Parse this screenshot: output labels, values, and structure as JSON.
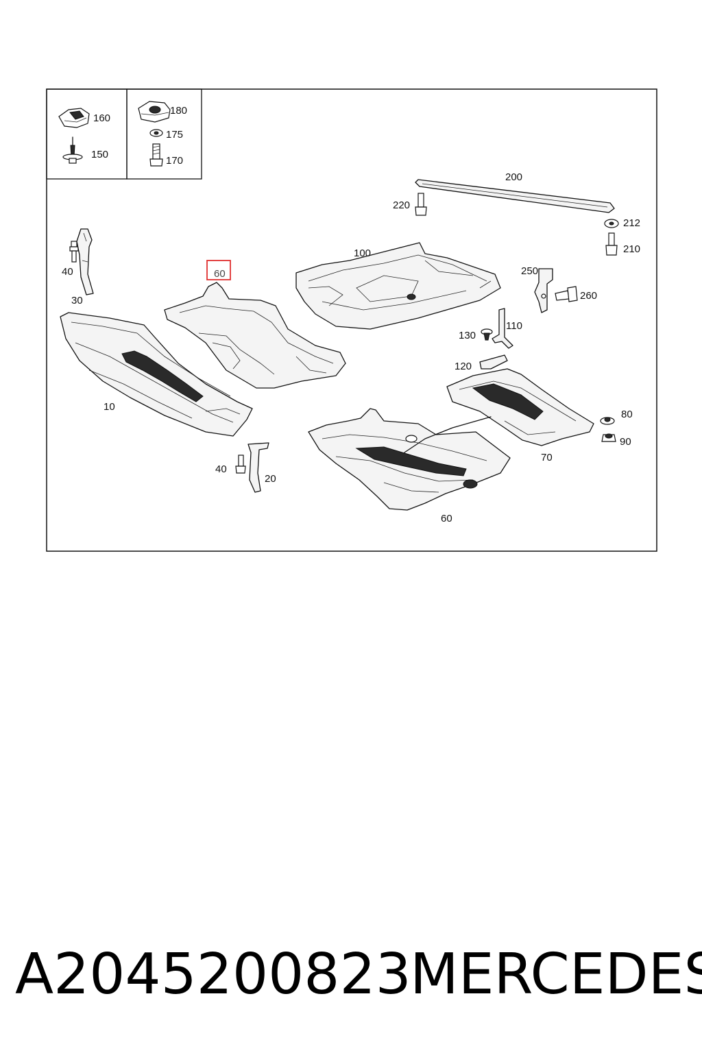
{
  "diagram": {
    "labels": {
      "l160": "160",
      "l150": "150",
      "l180": "180",
      "l175": "175",
      "l170": "170",
      "l200": "200",
      "l220": "220",
      "l212": "212",
      "l210": "210",
      "l100": "100",
      "l250": "250",
      "l260": "260",
      "l40a": "40",
      "l30": "30",
      "l60hl": "60",
      "l10": "10",
      "l130": "130",
      "l110": "110",
      "l120": "120",
      "l80": "80",
      "l90": "90",
      "l70": "70",
      "l40b": "40",
      "l20": "20",
      "l60": "60"
    },
    "highlight_color": "#e03030"
  },
  "footer": {
    "part_number": "A2045200823",
    "brand": "MERCEDES"
  }
}
